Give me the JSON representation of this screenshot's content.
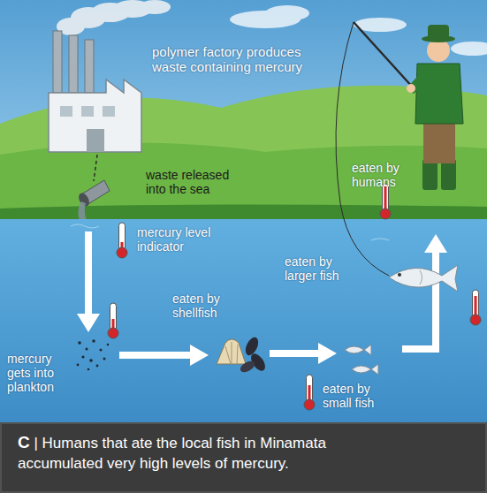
{
  "diagram": {
    "caption": "C | Humans that ate the local fish in Minamata accumulated very high levels of mercury.",
    "labels": [
      "polymer factory produces waste containing mercury",
      "waste released into the sea",
      "mercury level indicator",
      "eaten by humans",
      "eaten by larger fish",
      "eaten by shellfish",
      "mercury gets into plankton",
      "eaten by small fish"
    ]
  }
}
